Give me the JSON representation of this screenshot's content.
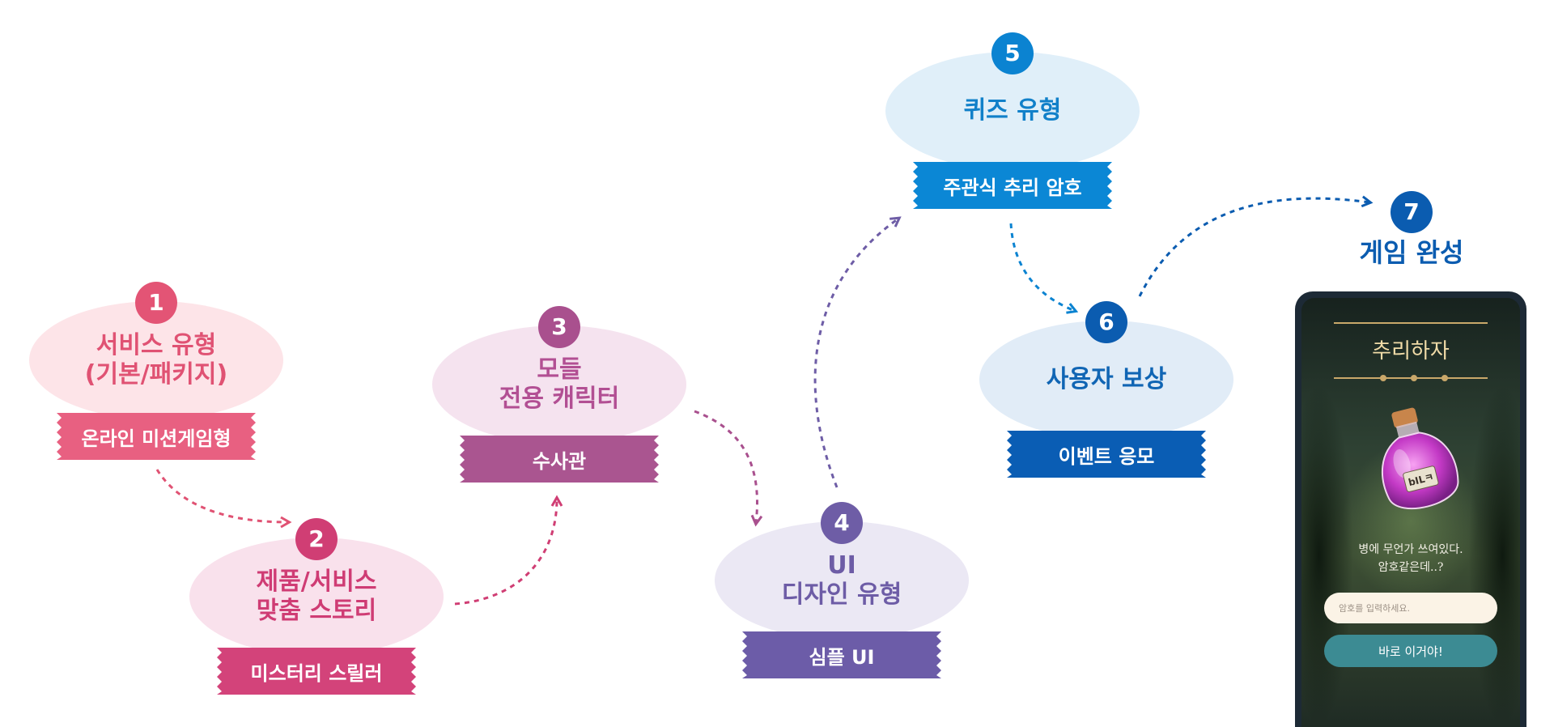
{
  "steps": [
    {
      "number": "1",
      "title": "서비스 유형\n(기본/패키지)",
      "tag": "온라인 미션게임형",
      "color": "#e35475",
      "tag_color": "#e86081"
    },
    {
      "number": "2",
      "title": "제품/서비스\n맞춤 스토리",
      "tag": "미스터리 스릴러",
      "color": "#d03e74",
      "tag_color": "#d3437a"
    },
    {
      "number": "3",
      "title": "모들\n전용 캐릭터",
      "tag": "수사관",
      "color": "#a9508e",
      "tag_color": "#aa5590"
    },
    {
      "number": "4",
      "title": "UI\n디자인 유형",
      "tag": "심플 UI",
      "color": "#6e5da6",
      "tag_color": "#6c5ca8"
    },
    {
      "number": "5",
      "title": "퀴즈 유형",
      "tag": "주관식 추리 암호",
      "color": "#0b83d1",
      "tag_color": "#0b87d5"
    },
    {
      "number": "6",
      "title": "사용자 보상",
      "tag": "이벤트 응모",
      "color": "#0b5cb0",
      "tag_color": "#0a5db4"
    }
  ],
  "final": {
    "number": "7",
    "title": "게임 완성"
  },
  "phone": {
    "title": "추리하자",
    "bottle_label": "bILㅋ",
    "message": "병에 무언가 쓰여있다.\n암호같은데..?",
    "input_placeholder": "암호를 입력하세요.",
    "submit_label": "바로 이거야!"
  }
}
